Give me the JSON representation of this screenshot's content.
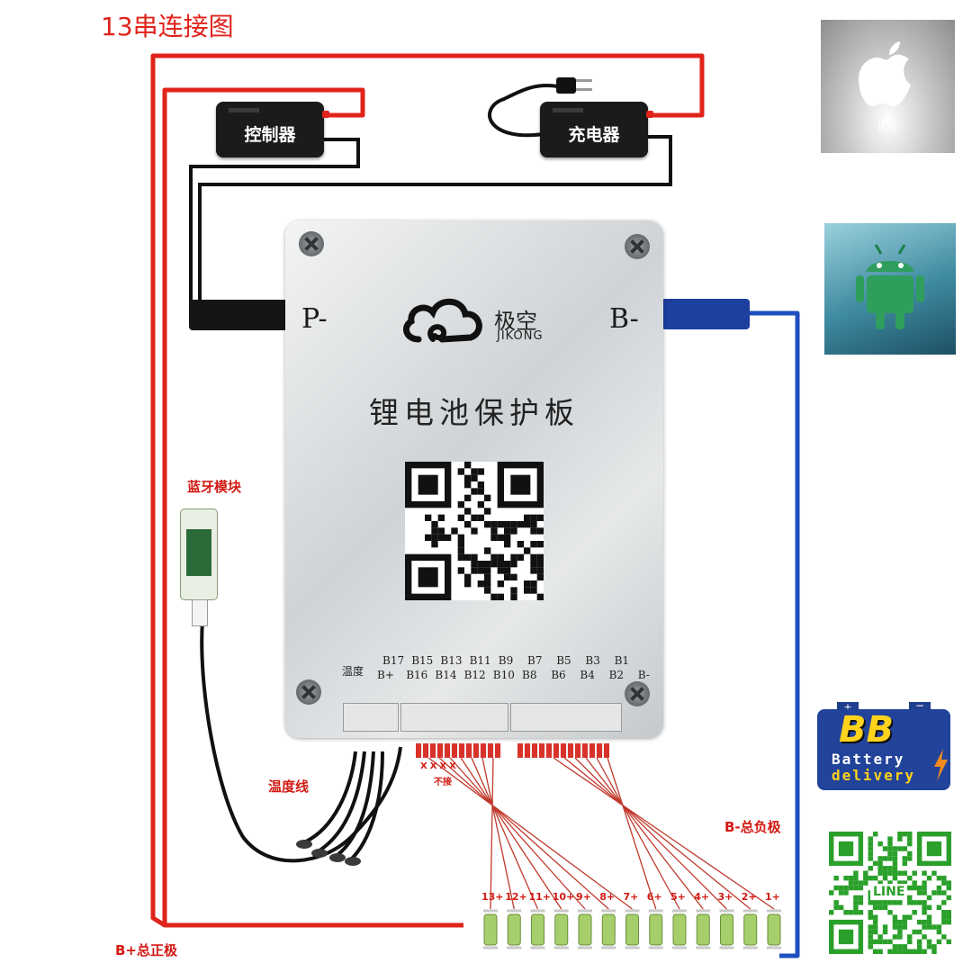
{
  "title": "13串连接图",
  "controller_label": "控制器",
  "charger_label": "充电器",
  "board": {
    "brand_cn": "极空",
    "brand_en": "JIKONG",
    "title": "锂电池保护板",
    "p_minus": "P-",
    "b_minus": "B-",
    "temp_label": "温度",
    "pins_top": [
      "B17",
      "B15",
      "B13",
      "B11",
      "B9",
      "B7",
      "B5",
      "B3",
      "B1"
    ],
    "pins_bottom": [
      "B+",
      "B16",
      "B14",
      "B12",
      "B10",
      "B8",
      "B6",
      "B4",
      "B2",
      "B-"
    ]
  },
  "labels": {
    "bluetooth": "蓝牙模块",
    "temp_wire": "温度线",
    "xxxx": "XXXX",
    "not_connected": "不接",
    "b_total_neg": "B-总负极",
    "b_total_pos": "B+总正极"
  },
  "cells": [
    "13+",
    "12+",
    "11+",
    "10+",
    "9+",
    "8+",
    "7+",
    "6+",
    "5+",
    "4+",
    "3+",
    "2+",
    "1+"
  ],
  "ios_label": "iOS",
  "bb": {
    "logo": "BB",
    "line1": "Battery",
    "line2": "delivery"
  },
  "line_label": "LINE",
  "colors": {
    "red_wire": "#e0241b",
    "blue_wire": "#1f4fbf",
    "black_wire": "#111111"
  }
}
